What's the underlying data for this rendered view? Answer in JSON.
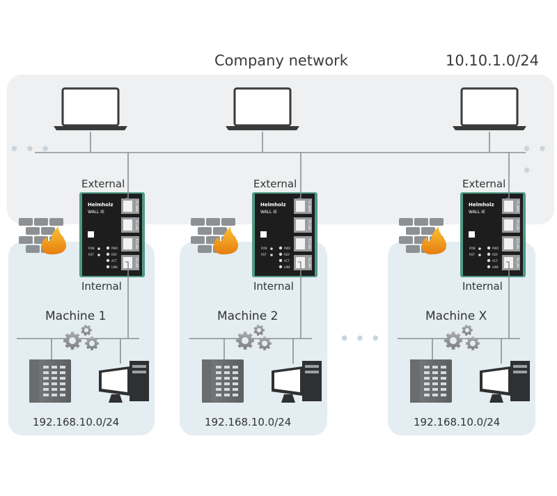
{
  "company": {
    "label": "Company network",
    "subnet": "10.10.1.0/24"
  },
  "ellipsis": "• • •",
  "device": {
    "brand": "Helmholz",
    "model_prefix": "WALL",
    "model_suffix": "IE",
    "ports": [
      "P1 WAN",
      "P2 LAN",
      "P3 LAN",
      "P4 LAN"
    ],
    "leds_right": [
      "PWR",
      "RDY",
      "ACT",
      "LINK"
    ],
    "leds_left": [
      "PON",
      "RST"
    ]
  },
  "cells": [
    {
      "external": "External",
      "internal": "Internal",
      "machine": "Machine 1",
      "subnet": "192.168.10.0/24"
    },
    {
      "external": "External",
      "internal": "Internal",
      "machine": "Machine 2",
      "subnet": "192.168.10.0/24"
    },
    {
      "external": "External",
      "internal": "Internal",
      "machine": "Machine X",
      "subnet": "192.168.10.0/24"
    }
  ],
  "colors": {
    "company_bg": "#eef0f1",
    "machine_bg": "#e3edf2",
    "line": "#8a8f93",
    "device_body": "#1d1d1d",
    "device_rail": "#4f9a86",
    "fire": "#f1a21a"
  }
}
